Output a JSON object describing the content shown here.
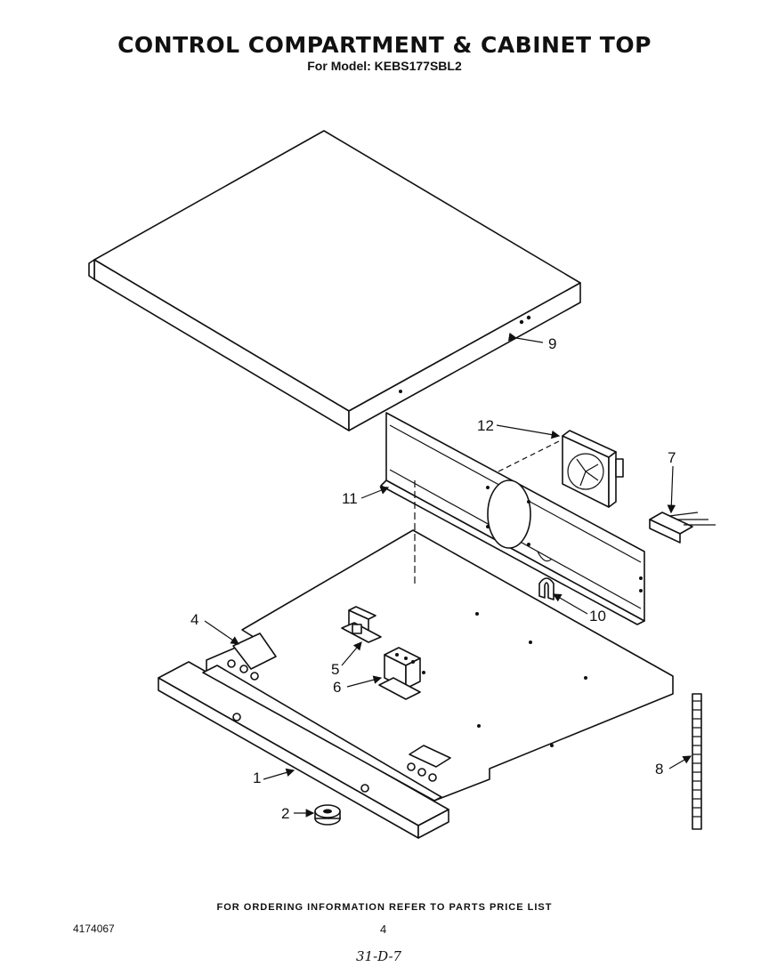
{
  "header": {
    "title": "CONTROL COMPARTMENT & CABINET TOP",
    "subtitle": "For Model: KEBS177SBL2"
  },
  "callouts": [
    "1",
    "2",
    "4",
    "5",
    "6",
    "7",
    "8",
    "9",
    "10",
    "11",
    "12"
  ],
  "footer": {
    "ordering_note": "FOR ORDERING INFORMATION REFER TO PARTS PRICE LIST",
    "document_number": "4174067",
    "page_number": "4",
    "handwritten_note": "31-D-7"
  }
}
